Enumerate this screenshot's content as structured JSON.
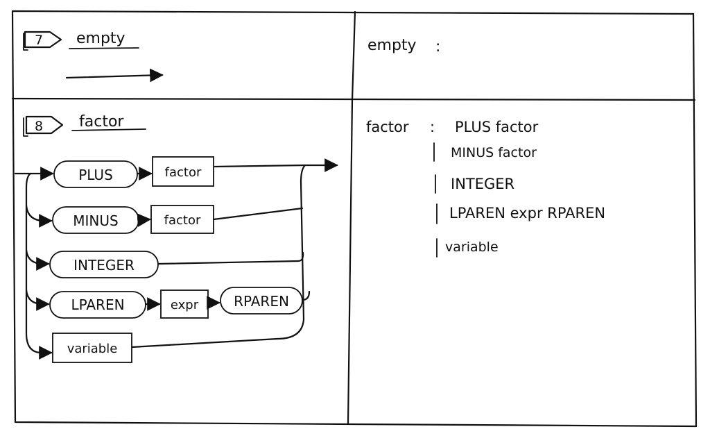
{
  "panels": [
    {
      "number": "7",
      "name": "empty",
      "rule": {
        "lhs": "empty",
        "colon": ":"
      }
    },
    {
      "number": "8",
      "name": "factor",
      "diagram": {
        "rows": [
          {
            "items": [
              {
                "kind": "terminal",
                "text": "PLUS"
              },
              {
                "kind": "nonterminal",
                "text": "factor"
              }
            ]
          },
          {
            "items": [
              {
                "kind": "terminal",
                "text": "MINUS"
              },
              {
                "kind": "nonterminal",
                "text": "factor"
              }
            ]
          },
          {
            "items": [
              {
                "kind": "terminal",
                "text": "INTEGER"
              }
            ]
          },
          {
            "items": [
              {
                "kind": "terminal",
                "text": "LPAREN"
              },
              {
                "kind": "nonterminal",
                "text": "expr"
              },
              {
                "kind": "terminal",
                "text": "RPAREN"
              }
            ]
          },
          {
            "items": [
              {
                "kind": "nonterminal",
                "text": "variable"
              }
            ]
          }
        ]
      },
      "rule": {
        "lhs": "factor",
        "colon": ":",
        "alternatives": [
          "PLUS factor",
          "MINUS factor",
          "INTEGER",
          "LPAREN expr RPAREN",
          "variable"
        ]
      }
    }
  ],
  "colors": {
    "ink": "#111111",
    "paper": "#ffffff"
  }
}
